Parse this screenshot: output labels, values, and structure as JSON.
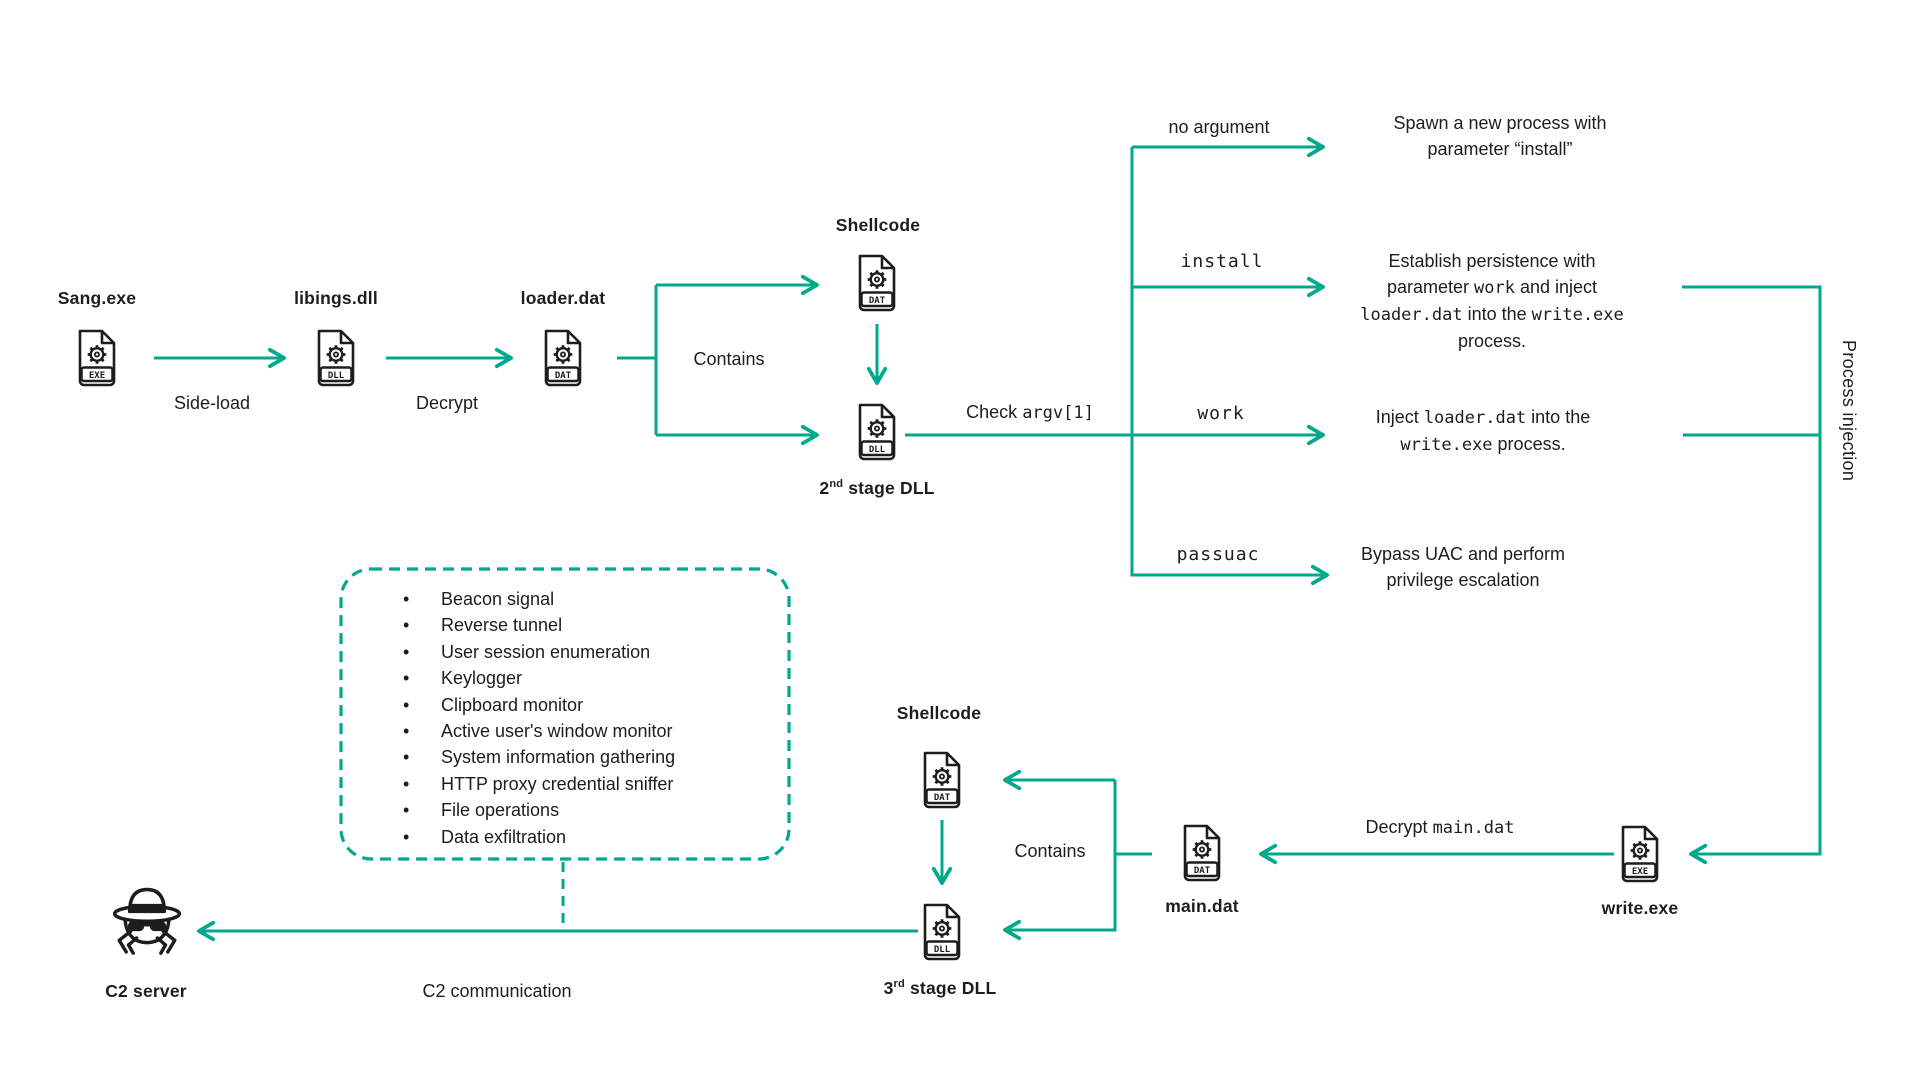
{
  "colors": {
    "accent": "#00A88E",
    "ink": "#1D1D1B"
  },
  "stage1": {
    "sang": {
      "name": "Sang.exe",
      "badge": "EXE"
    },
    "side_load": "Side-load",
    "libings": {
      "name": "libings.dll",
      "badge": "DLL"
    },
    "decrypt": "Decrypt",
    "loader": {
      "name": "loader.dat",
      "badge": "DAT"
    },
    "contains": "Contains",
    "shellcode": {
      "name": "Shellcode",
      "badge": "DAT"
    },
    "stage2_dll": {
      "num": "2",
      "sup": "nd",
      "rest": " stage DLL",
      "badge": "DLL"
    }
  },
  "check": {
    "plain": "Check ",
    "code": "argv[1]"
  },
  "branches": [
    {
      "label": "no argument",
      "desc": [
        {
          "t": "Spawn a new process with parameter “install”"
        }
      ]
    },
    {
      "label": "install",
      "desc": [
        {
          "t": "Establish persistence with parameter "
        },
        {
          "t": "work",
          "c": 1
        },
        {
          "t": " and inject "
        },
        {
          "t": "loader.dat",
          "c": 1
        },
        {
          "t": " into the "
        },
        {
          "t": "write.exe",
          "c": 1
        },
        {
          "t": " process."
        }
      ]
    },
    {
      "label": "work",
      "desc": [
        {
          "t": "Inject "
        },
        {
          "t": "loader.dat",
          "c": 1
        },
        {
          "t": " into the "
        },
        {
          "t": "write.exe",
          "c": 1
        },
        {
          "t": " process."
        }
      ]
    },
    {
      "label": "passuac",
      "desc": [
        {
          "t": "Bypass UAC and perform privilege escalation"
        }
      ]
    }
  ],
  "process_injection": "Process injection",
  "stage3": {
    "write_exe": {
      "name": "write.exe",
      "badge": "EXE"
    },
    "decrypt_label": {
      "plain": "Decrypt ",
      "code": "main.dat"
    },
    "main_dat": {
      "name": "main.dat",
      "badge": "DAT"
    },
    "contains": "Contains",
    "shellcode": {
      "name": "Shellcode",
      "badge": "DAT"
    },
    "stage3_dll": {
      "num": "3",
      "sup": "rd",
      "rest": " stage DLL",
      "badge": "DLL"
    }
  },
  "capabilities": {
    "items": [
      "Beacon signal",
      "Reverse tunnel",
      "User session enumeration",
      "Keylogger",
      "Clipboard monitor",
      "Active user's window monitor",
      "System information gathering",
      "HTTP proxy credential sniffer",
      "File operations",
      "Data exfiltration"
    ]
  },
  "c2": {
    "server": "C2 server",
    "communication": "C2 communication"
  }
}
